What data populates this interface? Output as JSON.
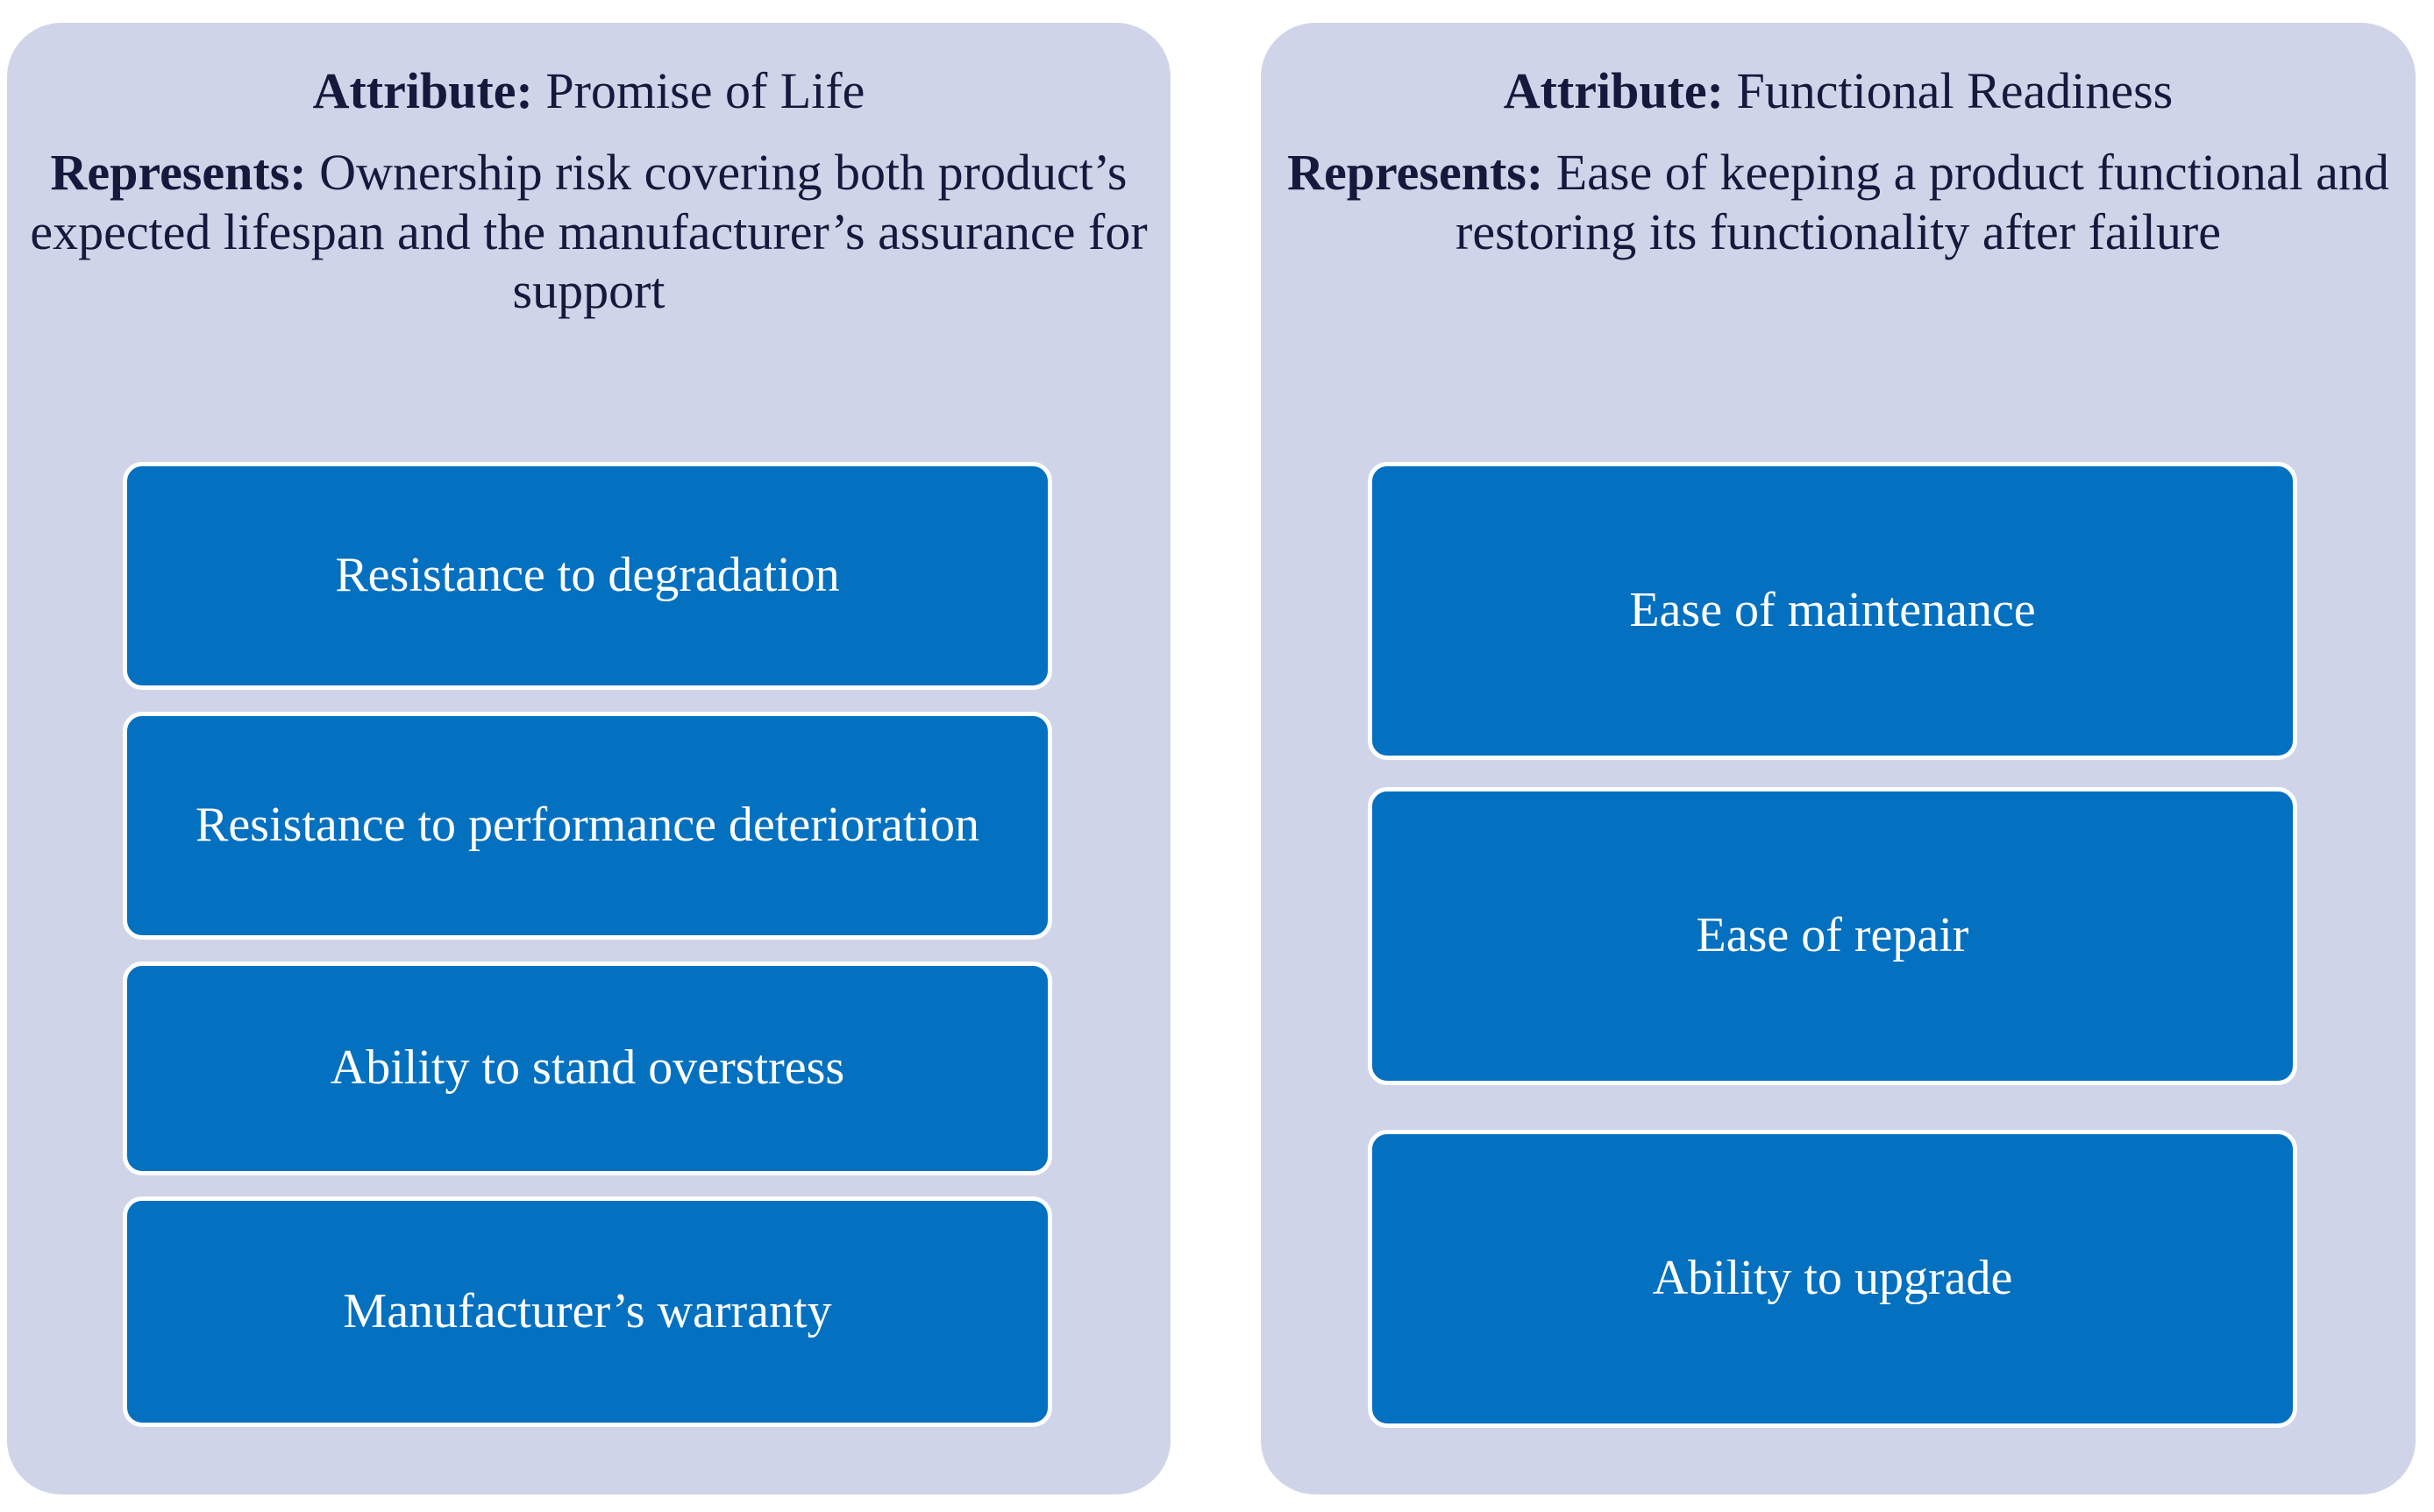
{
  "colors": {
    "panel_background": "#d0d4e8",
    "node_fill": "#0470c0",
    "node_border": "#ffffff",
    "header_text": "#16183c",
    "node_text": "#ffffff",
    "canvas": "#ffffff"
  },
  "panels": [
    {
      "id": "promise-of-life",
      "attribute_label": "Attribute:",
      "attribute_value": " Promise of Life",
      "represents_label": "Represents:",
      "represents_value": " Ownership risk covering both product’s expected lifespan and the manufacturer’s assurance for support",
      "nodes": [
        "Resistance to degradation",
        "Resistance to performance deterioration",
        "Ability to stand overstress",
        "Manufacturer’s warranty"
      ]
    },
    {
      "id": "functional-readiness",
      "attribute_label": "Attribute:",
      "attribute_value": " Functional Readiness",
      "represents_label": "Represents:",
      "represents_value": " Ease of keeping a product functional and restoring its functionality after failure",
      "nodes": [
        "Ease of maintenance",
        "Ease of repair",
        "Ability to upgrade"
      ]
    }
  ]
}
